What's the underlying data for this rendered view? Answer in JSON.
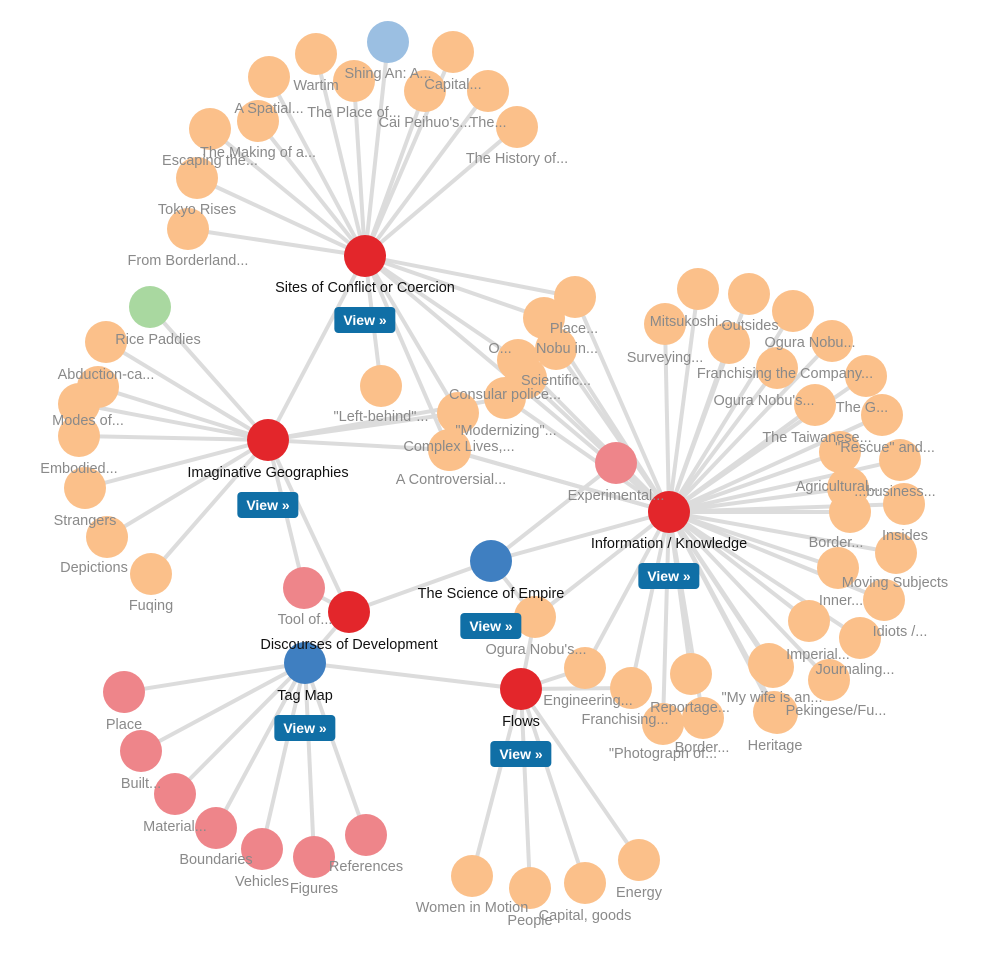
{
  "colors": {
    "hub": "#e3262b",
    "story": "#fbc08a",
    "tag": "#ee858a",
    "blue_node": "#3f7fc1",
    "light_blue_node": "#9bbfe2",
    "green_node": "#a9d8a0",
    "edge": "#dcdcdc",
    "button": "#106fa6"
  },
  "view_label": "View »",
  "hubs": [
    {
      "id": "sites",
      "label": "Sites of Conflict or Coercion",
      "color": "hub"
    },
    {
      "id": "imag",
      "label": "Imaginative Geographies",
      "color": "hub"
    },
    {
      "id": "info",
      "label": "Information / Knowledge",
      "color": "hub"
    },
    {
      "id": "science",
      "label": "The Science of Empire",
      "color": "blue_node"
    },
    {
      "id": "dev",
      "label": "Discourses of Development",
      "color": "hub"
    },
    {
      "id": "tagmap",
      "label": "Tag Map",
      "color": "blue_node"
    },
    {
      "id": "flows",
      "label": "Flows",
      "color": "hub"
    }
  ],
  "leaves": [
    {
      "id": "s1",
      "label": "Wartim",
      "color": "story"
    },
    {
      "id": "s2",
      "label": "Shing An: A...",
      "color": "light_blue_node"
    },
    {
      "id": "s3",
      "label": "Capital...",
      "color": "story"
    },
    {
      "id": "s4",
      "label": "A Spatial...",
      "color": "story"
    },
    {
      "id": "s5",
      "label": "The Place of...",
      "color": "story"
    },
    {
      "id": "s6",
      "label": "Cai Peihuo's...",
      "color": "story"
    },
    {
      "id": "s7",
      "label": "The...",
      "color": "story"
    },
    {
      "id": "s8",
      "label": "The Making of a...",
      "color": "story"
    },
    {
      "id": "s9",
      "label": "Escaping the...",
      "color": "story"
    },
    {
      "id": "s10",
      "label": "The History of...",
      "color": "story"
    },
    {
      "id": "s11",
      "label": "Tokyo Rises",
      "color": "story"
    },
    {
      "id": "s12",
      "label": "From Borderland...",
      "color": "story"
    },
    {
      "id": "s13",
      "label": "",
      "color": "story"
    },
    {
      "id": "m1",
      "label": "Place...",
      "color": "story"
    },
    {
      "id": "m2",
      "label": "O...",
      "color": "story"
    },
    {
      "id": "m3",
      "label": "Nobu in...",
      "color": "story"
    },
    {
      "id": "m4",
      "label": "Scientific...",
      "color": "story"
    },
    {
      "id": "m5",
      "label": "Consular police...",
      "color": "story"
    },
    {
      "id": "m6",
      "label": "\"Left-behind\"...",
      "color": "story"
    },
    {
      "id": "m7",
      "label": "\"Modernizing\"...",
      "color": "story"
    },
    {
      "id": "m8",
      "label": "Complex Lives,...",
      "color": "story"
    },
    {
      "id": "m9",
      "label": "A Controversial...",
      "color": "story"
    },
    {
      "id": "m10",
      "label": "Experimental...",
      "color": "tag"
    },
    {
      "id": "g1",
      "label": "Rice Paddies",
      "color": "green_node"
    },
    {
      "id": "g2",
      "label": "",
      "color": "story"
    },
    {
      "id": "g3",
      "label": "Abduction-ca...",
      "color": "story"
    },
    {
      "id": "g4",
      "label": "Modes of...",
      "color": "story"
    },
    {
      "id": "g5",
      "label": "Embodied...",
      "color": "story"
    },
    {
      "id": "g6",
      "label": "Strangers",
      "color": "story"
    },
    {
      "id": "g7",
      "label": "Depictions",
      "color": "story"
    },
    {
      "id": "g8",
      "label": "Fuqing",
      "color": "story"
    },
    {
      "id": "i1",
      "label": "",
      "color": "story"
    },
    {
      "id": "i2",
      "label": "Mitsukoshi...",
      "color": "story"
    },
    {
      "id": "i3",
      "label": "Outsides",
      "color": "story"
    },
    {
      "id": "i4",
      "label": "",
      "color": "story"
    },
    {
      "id": "i5",
      "label": "Surveying...",
      "color": "story"
    },
    {
      "id": "i6",
      "label": "Ogura Nobu...",
      "color": "story"
    },
    {
      "id": "i7",
      "label": "Franchising the Company...",
      "color": "story"
    },
    {
      "id": "i8",
      "label": "",
      "color": "story"
    },
    {
      "id": "i9",
      "label": "Ogura Nobu's...",
      "color": "story"
    },
    {
      "id": "i10",
      "label": "The G...",
      "color": "story"
    },
    {
      "id": "i11",
      "label": "The Taiwanese...",
      "color": "story"
    },
    {
      "id": "i12",
      "label": "\"Rescue\" and...",
      "color": "story"
    },
    {
      "id": "i13",
      "label": "",
      "color": "story"
    },
    {
      "id": "i14",
      "label": "Agricultural...",
      "color": "story"
    },
    {
      "id": "i15",
      "label": "...business...",
      "color": "story"
    },
    {
      "id": "i16",
      "label": "Insides",
      "color": "story"
    },
    {
      "id": "i17",
      "label": "Border...",
      "color": "story"
    },
    {
      "id": "i18",
      "label": "Moving Subjects",
      "color": "story"
    },
    {
      "id": "i19",
      "label": "Inner...",
      "color": "story"
    },
    {
      "id": "i20",
      "label": "Idiots /...",
      "color": "story"
    },
    {
      "id": "i21",
      "label": "Imperial...",
      "color": "story"
    },
    {
      "id": "i22",
      "label": "Journaling...",
      "color": "story"
    },
    {
      "id": "i23",
      "label": "\"My wife is an...",
      "color": "story"
    },
    {
      "id": "i24",
      "label": "Pekingese/Fu...",
      "color": "story"
    },
    {
      "id": "i25",
      "label": "Heritage",
      "color": "story"
    },
    {
      "id": "f1",
      "label": "Ogura Nobu's...",
      "color": "story"
    },
    {
      "id": "f2",
      "label": "Engineering...",
      "color": "story"
    },
    {
      "id": "f3",
      "label": "Franchising...",
      "color": "story"
    },
    {
      "id": "f4",
      "label": "Reportage...",
      "color": "story"
    },
    {
      "id": "f5",
      "label": "Border...",
      "color": "story"
    },
    {
      "id": "f6",
      "label": "\"Photograph of...",
      "color": "story"
    },
    {
      "id": "f7",
      "label": "Women in Motion",
      "color": "story"
    },
    {
      "id": "f8",
      "label": "People",
      "color": "story"
    },
    {
      "id": "f9",
      "label": "Capital, goods",
      "color": "story"
    },
    {
      "id": "f10",
      "label": "Energy",
      "color": "story"
    },
    {
      "id": "d1",
      "label": "Tool of...",
      "color": "tag"
    },
    {
      "id": "t1",
      "label": "Place",
      "color": "tag"
    },
    {
      "id": "t2",
      "label": "Built...",
      "color": "tag"
    },
    {
      "id": "t3",
      "label": "Material...",
      "color": "tag"
    },
    {
      "id": "t4",
      "label": "Boundaries",
      "color": "tag"
    },
    {
      "id": "t5",
      "label": "Vehicles",
      "color": "tag"
    },
    {
      "id": "t6",
      "label": "Figures",
      "color": "tag"
    },
    {
      "id": "t7",
      "label": "References",
      "color": "tag"
    }
  ]
}
